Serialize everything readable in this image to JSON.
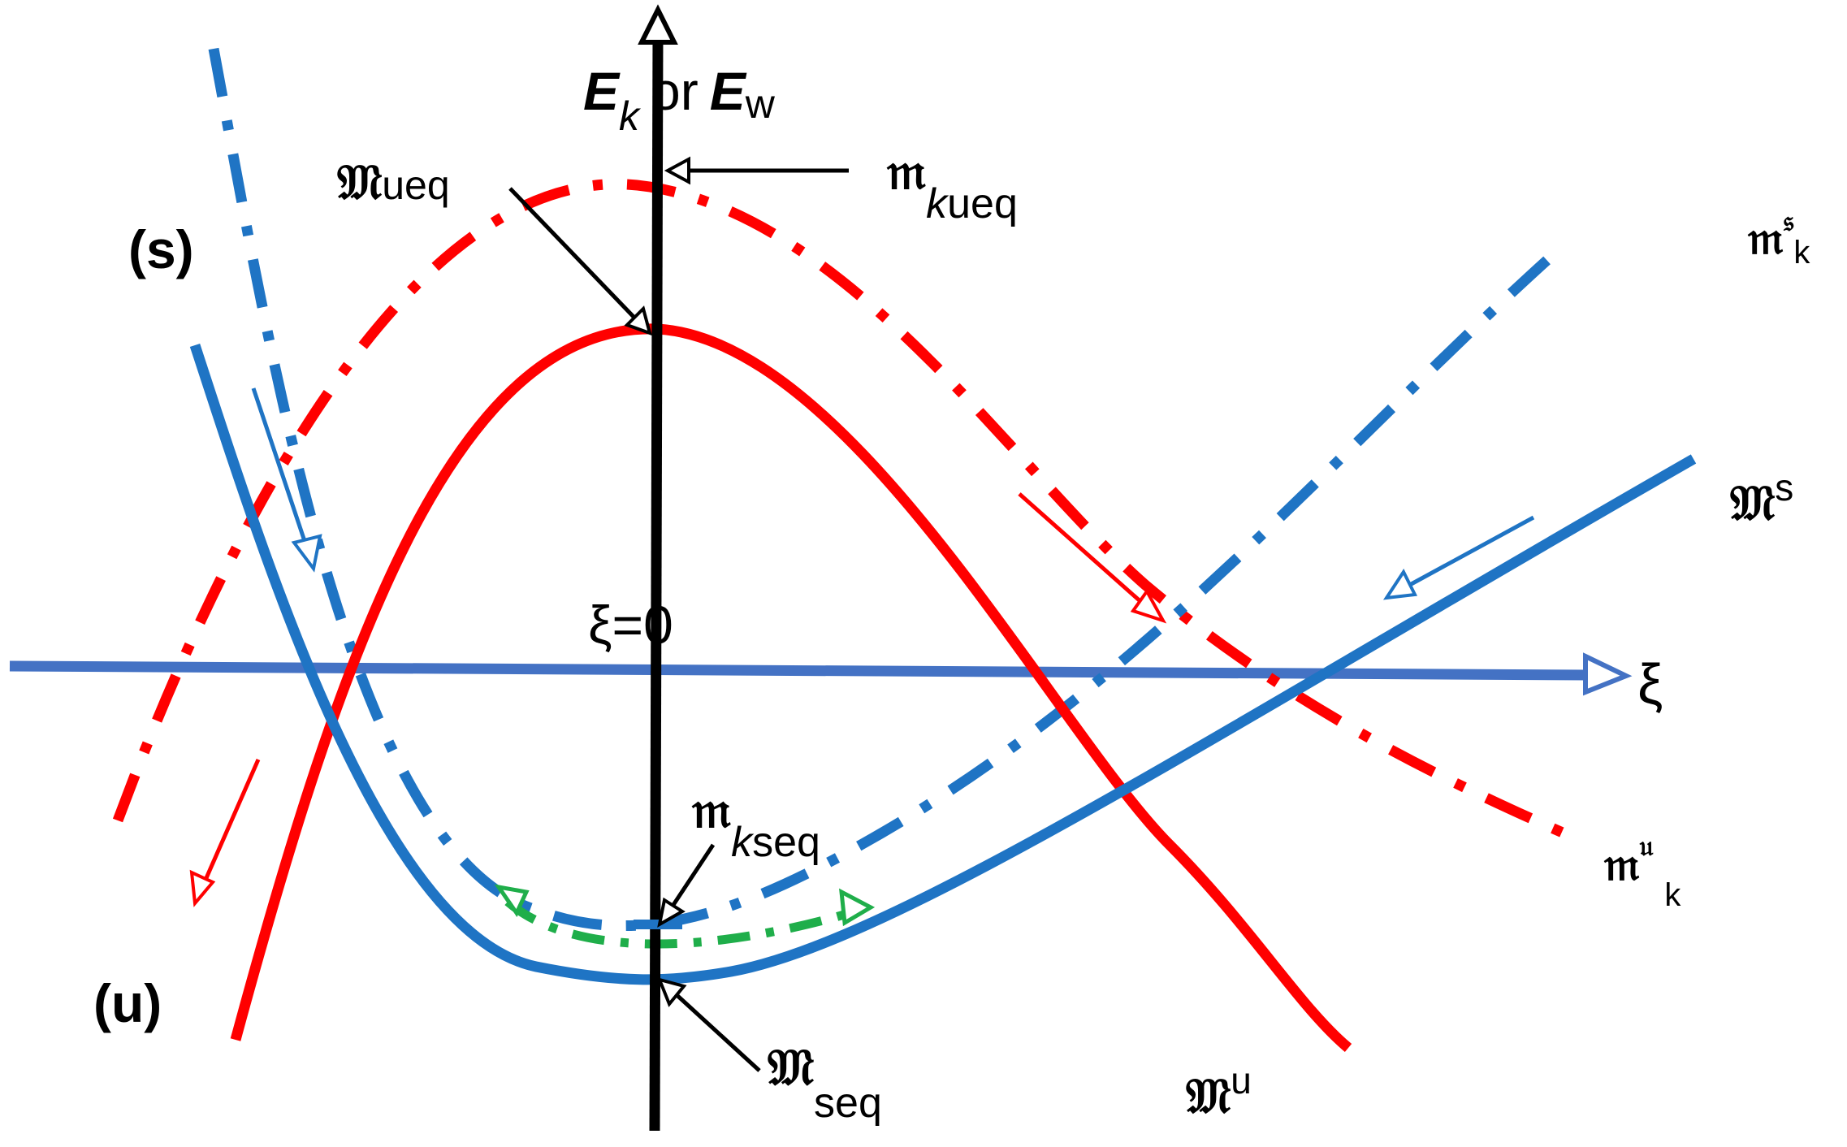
{
  "axes": {
    "y_label_main": "E",
    "y_label_main_sub": "k",
    "y_label_or": "or",
    "y_label_alt": "E",
    "y_label_alt_sub": "w",
    "x_label": "ξ",
    "origin_label": "ξ=0"
  },
  "manifold_labels": {
    "stable_branch": "(s)",
    "unstable_branch": "(u)",
    "M_ueq_symbol": "𝔐",
    "M_ueq_sub": "ueq",
    "m_kueq_symbol": "𝔪",
    "m_kueq_sub_k": "k",
    "m_kueq_sub": "ueq",
    "m_kseq_symbol": "𝔪",
    "m_kseq_sub_k": "k",
    "m_kseq_sub": "seq",
    "M_seq_symbol": "𝔐",
    "M_seq_sub": "seq",
    "M_s_symbol": "𝔐",
    "M_s_sup": "s",
    "M_u_symbol": "𝔐",
    "M_u_sup": "u",
    "m_s_k_symbol": "𝔪",
    "m_s_k_sup": "𝔰",
    "m_s_k_sub": "k",
    "m_u_k_symbol": "𝔪",
    "m_u_k_sup": "𝔲",
    "m_u_k_sub": "k"
  },
  "colors": {
    "red": "#ff0000",
    "blue": "#1f74c4",
    "axis_blue": "#4472c4",
    "green": "#1fae4a",
    "black": "#000000"
  }
}
